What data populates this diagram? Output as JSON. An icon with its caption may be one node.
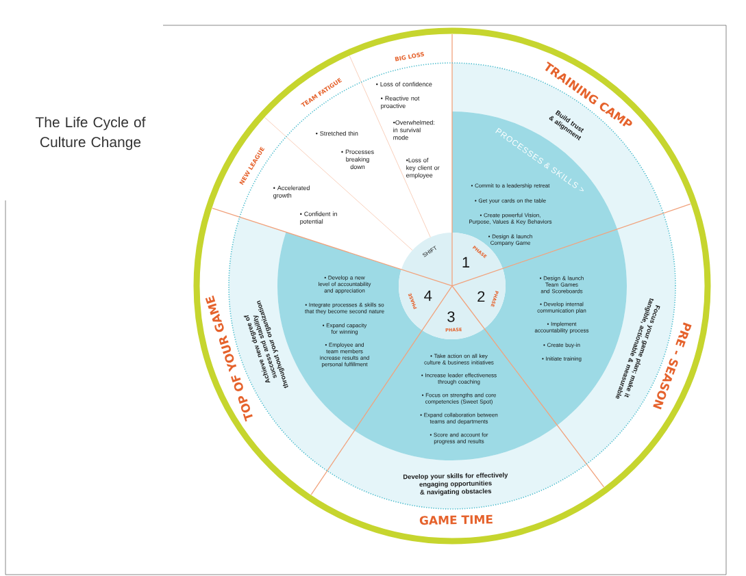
{
  "diagram": {
    "title": "The Life Cycle of Culture Change",
    "nodes": [
      {
        "text": [
          "NEW LEAGUE",
          "• Accelerated growth",
          "• Confident in potential"
        ]
      },
      {
        "text": [
          "TEAM FATIGUE",
          "• Stretched thin",
          "• Processes breaking down"
        ]
      },
      {
        "text": [
          "BIG LOSS",
          "• Loss of confidence",
          "• Reactive not proactive",
          "•Overwhelmed: in survival mode",
          "•Loss of key client or employee"
        ]
      },
      {
        "text": [
          "TRAINING CAMP",
          "Build trust & alignment"
        ]
      },
      {
        "text": [
          "PROCESSES & SKILLS >",
          "• Commit to a leadership retreat",
          "• Get your cards on the table",
          "• Create powerful Vision, Purpose, Values & Key Behaviors",
          "• Design & launch Company Game"
        ]
      },
      {
        "text": [
          "PRE - SEASON",
          "Focus your game plan; make it tangible, actionable & measurable"
        ]
      },
      {
        "text": [
          "• Design & launch Team Games and Scoreboards",
          "• Develop internal communication plan",
          "• Implement accountability process",
          "• Create buy-in",
          "• Initiate training"
        ]
      },
      {
        "text": [
          "Develop your skills for effectively engaging opportunities & navigating obstacles",
          "GAME TIME"
        ]
      },
      {
        "text": [
          "• Take action on all key culture & business initiatives",
          "• Increase leader effectiveness through coaching",
          "• Focus on strengths and core competencies (Sweet Spot)",
          "• Expand collaboration between teams and departments",
          "• Score and account for progress and results"
        ]
      },
      {
        "text": [
          "TOP OF YOUR GAME",
          "Achieve new degree of success and stability throughout your organization"
        ]
      },
      {
        "text": [
          "• Develop a new level of accountability and appreciation",
          "• Integrate processes & skills so that they become second nature",
          "• Expand capacity for winning",
          "• Employee and team members increase results and personal fulfillment"
        ]
      },
      {
        "text": [
          "SHIFT"
        ]
      },
      {
        "text": [
          "1",
          "PHASE"
        ]
      },
      {
        "text": [
          "2",
          "PHASE"
        ]
      },
      {
        "text": [
          "3",
          "PHASE"
        ]
      },
      {
        "text": [
          "4",
          "PHASE"
        ]
      }
    ]
  }
}
